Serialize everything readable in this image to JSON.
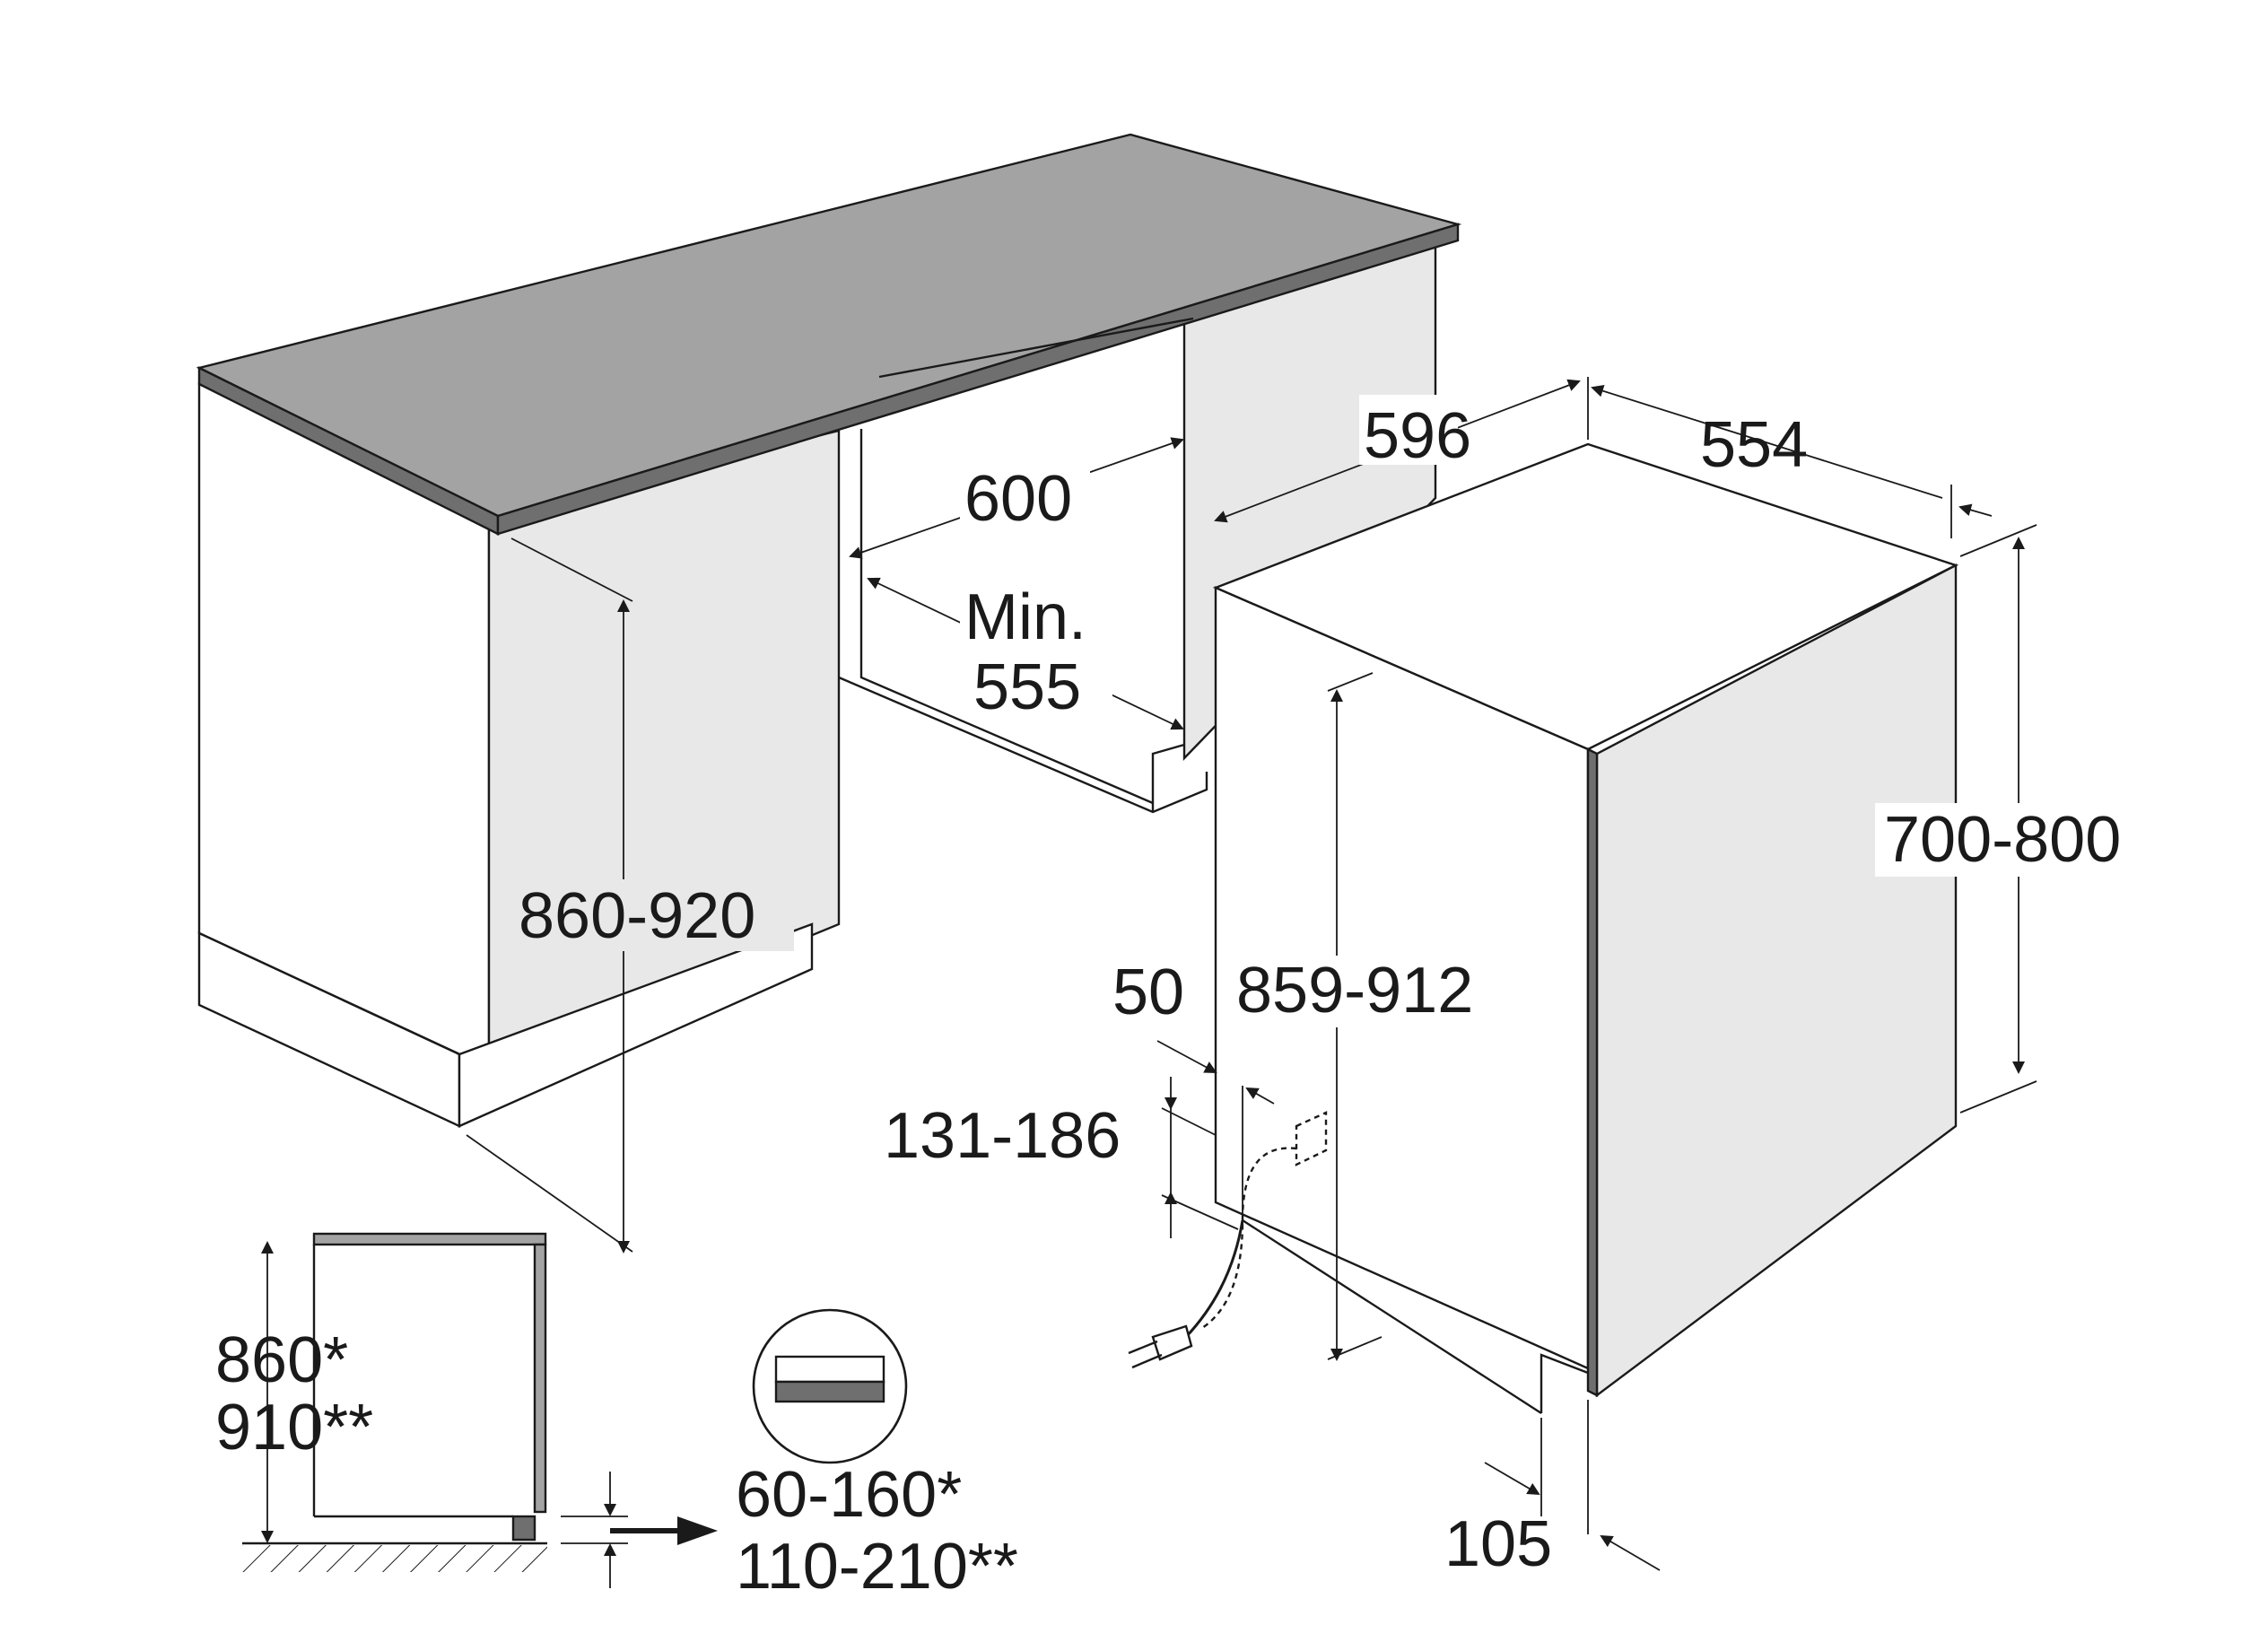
{
  "dimensions": {
    "worktop_depth_596": "596",
    "appliance_depth_554": "554",
    "niche_width_600": "600",
    "niche_min_line1": "Min.",
    "niche_min_line2": "555",
    "niche_height": "860-920",
    "door_height": "700-800",
    "appliance_height": "859-912",
    "service_offset": "50",
    "service_height": "131-186",
    "plinth_recess": "105",
    "side_height_a": "860*",
    "side_height_b": "910**",
    "plinth_range_a": "60-160*",
    "plinth_range_b": "110-210**"
  },
  "icons": [
    "plinth-icon",
    "power-plug-icon",
    "arrow-icon"
  ]
}
